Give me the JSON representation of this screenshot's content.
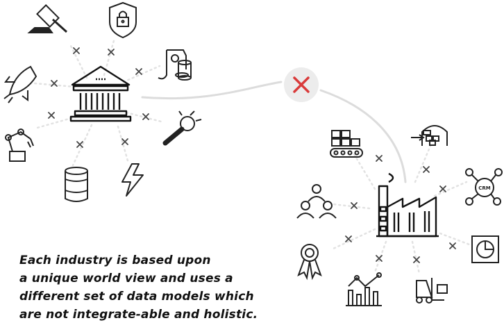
{
  "caption": {
    "lines": [
      "Each industry is based upon",
      "a unique world view and uses a",
      "different set of data models which",
      "are not integrate-able and holistic."
    ]
  },
  "left_cluster": {
    "center_icon": "bank-icon",
    "satellites": [
      "gavel-icon",
      "shield-lock-icon",
      "certificate-coins-icon",
      "rocket-icon",
      "wrench-bulb-icon",
      "robot-arm-icon",
      "oil-barrel-icon",
      "lightning-icon"
    ]
  },
  "right_cluster": {
    "center_icon": "factory-icon",
    "satellites": [
      "conveyor-boxes-icon",
      "warehouse-icon",
      "team-icon",
      "crm-network-icon",
      "award-ribbon-icon",
      "pie-chart-icon",
      "line-chart-icon",
      "forklift-icon"
    ]
  },
  "connector": {
    "status_icon": "red-cross-icon",
    "accent": "#d93a3a",
    "line_color": "#dddddd"
  }
}
